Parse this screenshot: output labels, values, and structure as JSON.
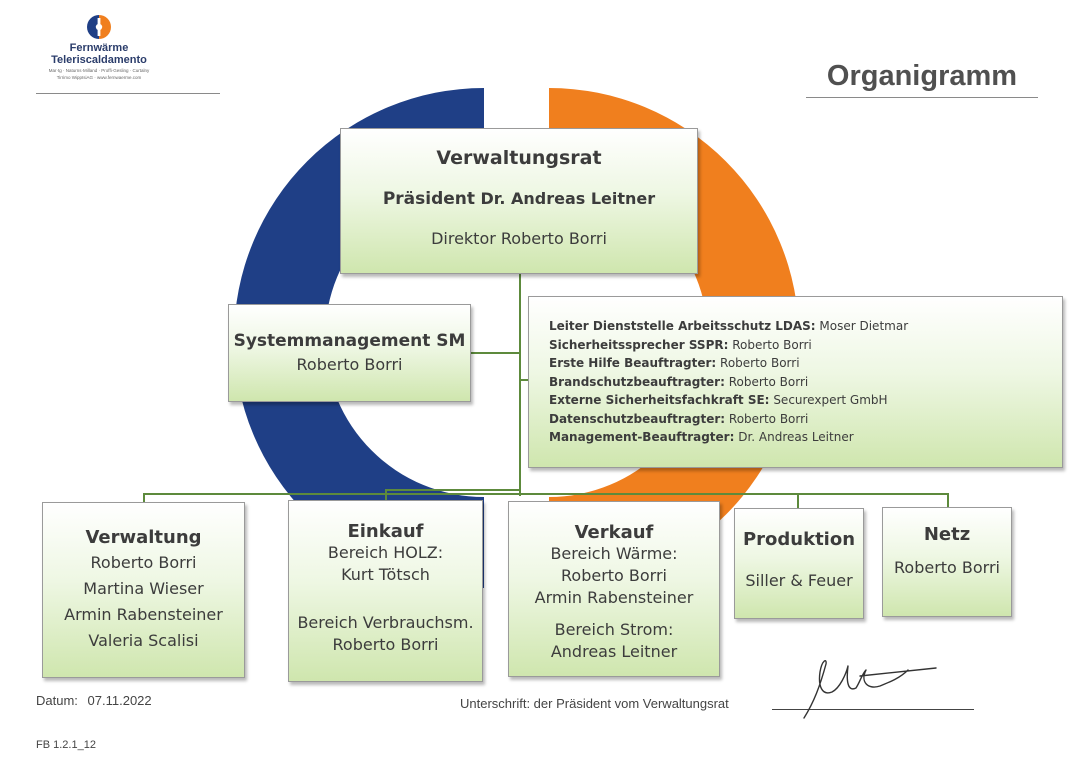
{
  "logo": {
    "name_line1": "Fernwärme",
    "name_line2": "Teleriscaldamento",
    "small_line1": "Mar·tg · Naturns·Milland · Proffi·Gesling · Curtalny",
    "small_line2": "Tirrimo WippIsiAG · www.fernwaerme.com",
    "colors": {
      "blue": "#1f3f86",
      "orange": "#f07f1e"
    }
  },
  "title": "Organigramm",
  "background_colors": {
    "blue": "#1f3f86",
    "orange": "#f07f1e",
    "connector": "#5d8a3c"
  },
  "board": {
    "heading": "Verwaltungsrat",
    "president_label": "Präsident",
    "president_name": "Dr. Andreas Leitner",
    "director": "Direktor Roberto Borri"
  },
  "system_management": {
    "heading": "Systemmanagement SM",
    "name": "Roberto Borri"
  },
  "roles": [
    {
      "label": "Leiter Dienststelle Arbeitsschutz LDAS:",
      "value": "Moser Dietmar"
    },
    {
      "label": "Sicherheitssprecher SSPR:",
      "value": "Roberto Borri"
    },
    {
      "label": "Erste Hilfe Beauftragter:",
      "value": "Roberto Borri"
    },
    {
      "label": "Brandschutzbeauftragter:",
      "value": "Roberto Borri"
    },
    {
      "label": "Externe Sicherheitsfachkraft SE:",
      "value": "Securexpert  GmbH"
    },
    {
      "label": "Datenschutzbeauftragter:",
      "value": "Roberto Borri"
    },
    {
      "label": "Management-Beauftragter:",
      "value": "Dr. Andreas Leitner"
    }
  ],
  "departments": {
    "verwaltung": {
      "heading": "Verwaltung",
      "members": [
        "Roberto Borri",
        "Martina Wieser",
        "Armin Rabensteiner",
        "Valeria Scalisi"
      ]
    },
    "einkauf": {
      "heading": "Einkauf",
      "area1_label": "Bereich HOLZ:",
      "area1_name": "Kurt Tötsch",
      "area2_label": "Bereich Verbrauchsm.",
      "area2_name": "Roberto Borri"
    },
    "verkauf": {
      "heading": "Verkauf",
      "area1_label": "Bereich Wärme:",
      "area1_names": [
        "Roberto Borri",
        "Armin Rabensteiner"
      ],
      "area2_label": "Bereich Strom:",
      "area2_name": "Andreas Leitner"
    },
    "produktion": {
      "heading": "Produktion",
      "name": "Siller & Feuer"
    },
    "netz": {
      "heading": "Netz",
      "name": "Roberto Borri"
    }
  },
  "footer": {
    "date_label": "Datum:",
    "date": "07.11.2022",
    "signature_label": "Unterschrift: der Präsident vom Verwaltungsrat",
    "form_code": "FB 1.2.1_12"
  }
}
